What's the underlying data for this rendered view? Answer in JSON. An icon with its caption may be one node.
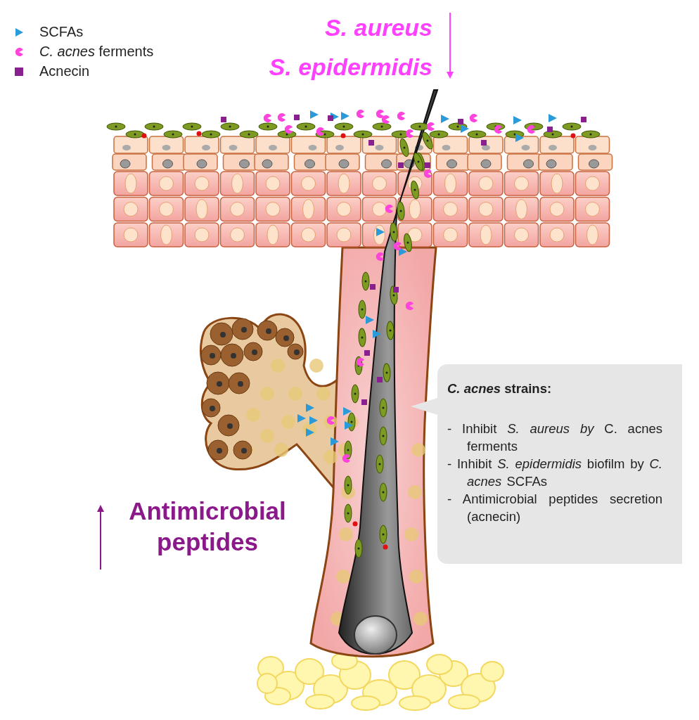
{
  "diagram": {
    "nodes": [
      {
        "text": [
          "*C. acnes* strains:",
          "- Inhibit *S. aureus by* C. acnes ferments",
          "- Inhibit *S. epidermidis* biofilm by *C. acnes* SCFAs",
          "- Antimicrobial peptides secretion (acnecin)"
        ]
      }
    ],
    "edges": [],
    "labels": [
      "S. aureus",
      "S. epidermidis",
      "Antimicrobial peptides"
    ],
    "legend": [
      {
        "text": "SCFAs"
      },
      {
        "text": "*C. acnes* ferments"
      },
      {
        "text": "Acnecin",
        "color": "#8a2090"
      }
    ]
  }
}
